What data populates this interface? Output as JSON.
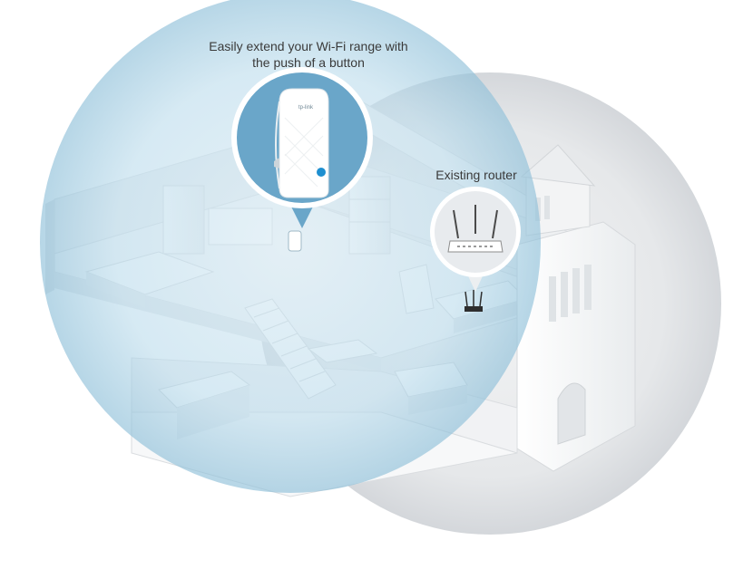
{
  "captions": {
    "extender_line1": "Easily extend your Wi-Fi range with",
    "extender_line2": "the push of a button",
    "router": "Existing router"
  },
  "device": {
    "brand_text": "tp-link"
  },
  "colors": {
    "extender_coverage": "#a9cfe0",
    "router_coverage": "#dcdfe3",
    "callout_blue": "#6aa6c9",
    "callout_gray": "#e8eaec"
  }
}
